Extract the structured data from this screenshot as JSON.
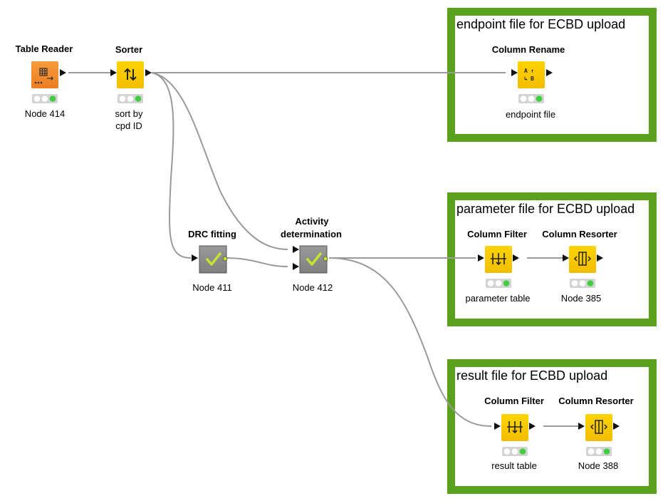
{
  "annotations": [
    {
      "id": "endpoint",
      "title": "endpoint file for ECBD upload"
    },
    {
      "id": "parameter",
      "title": "parameter file for ECBD upload"
    },
    {
      "id": "result",
      "title": "result file for ECBD upload"
    }
  ],
  "nodes": {
    "table_reader": {
      "name": "Table Reader",
      "label": "Node 414"
    },
    "sorter": {
      "name": "Sorter",
      "label_line1": "sort by",
      "label_line2": "cpd ID"
    },
    "column_rename": {
      "name": "Column Rename",
      "label": "endpoint  file"
    },
    "drc_fitting": {
      "name": "DRC fitting",
      "label": "Node 411"
    },
    "activity": {
      "name_line1": "Activity",
      "name_line2": "determination",
      "label": "Node 412"
    },
    "col_filter_param": {
      "name": "Column Filter",
      "label": "parameter  table"
    },
    "col_resorter_385": {
      "name": "Column Resorter",
      "label": "Node 385"
    },
    "col_filter_result": {
      "name": "Column Filter",
      "label": "result  table"
    },
    "col_resorter_388": {
      "name": "Column Resorter",
      "label": "Node 388"
    }
  },
  "colors": {
    "annotation_border": "#5aa21e",
    "manipulator_node": "#f7c600",
    "source_node": "#f28a2e",
    "metanode": "#8e8e8e",
    "connection": "#9a9a9a",
    "status_green": "#3fcf3f"
  }
}
